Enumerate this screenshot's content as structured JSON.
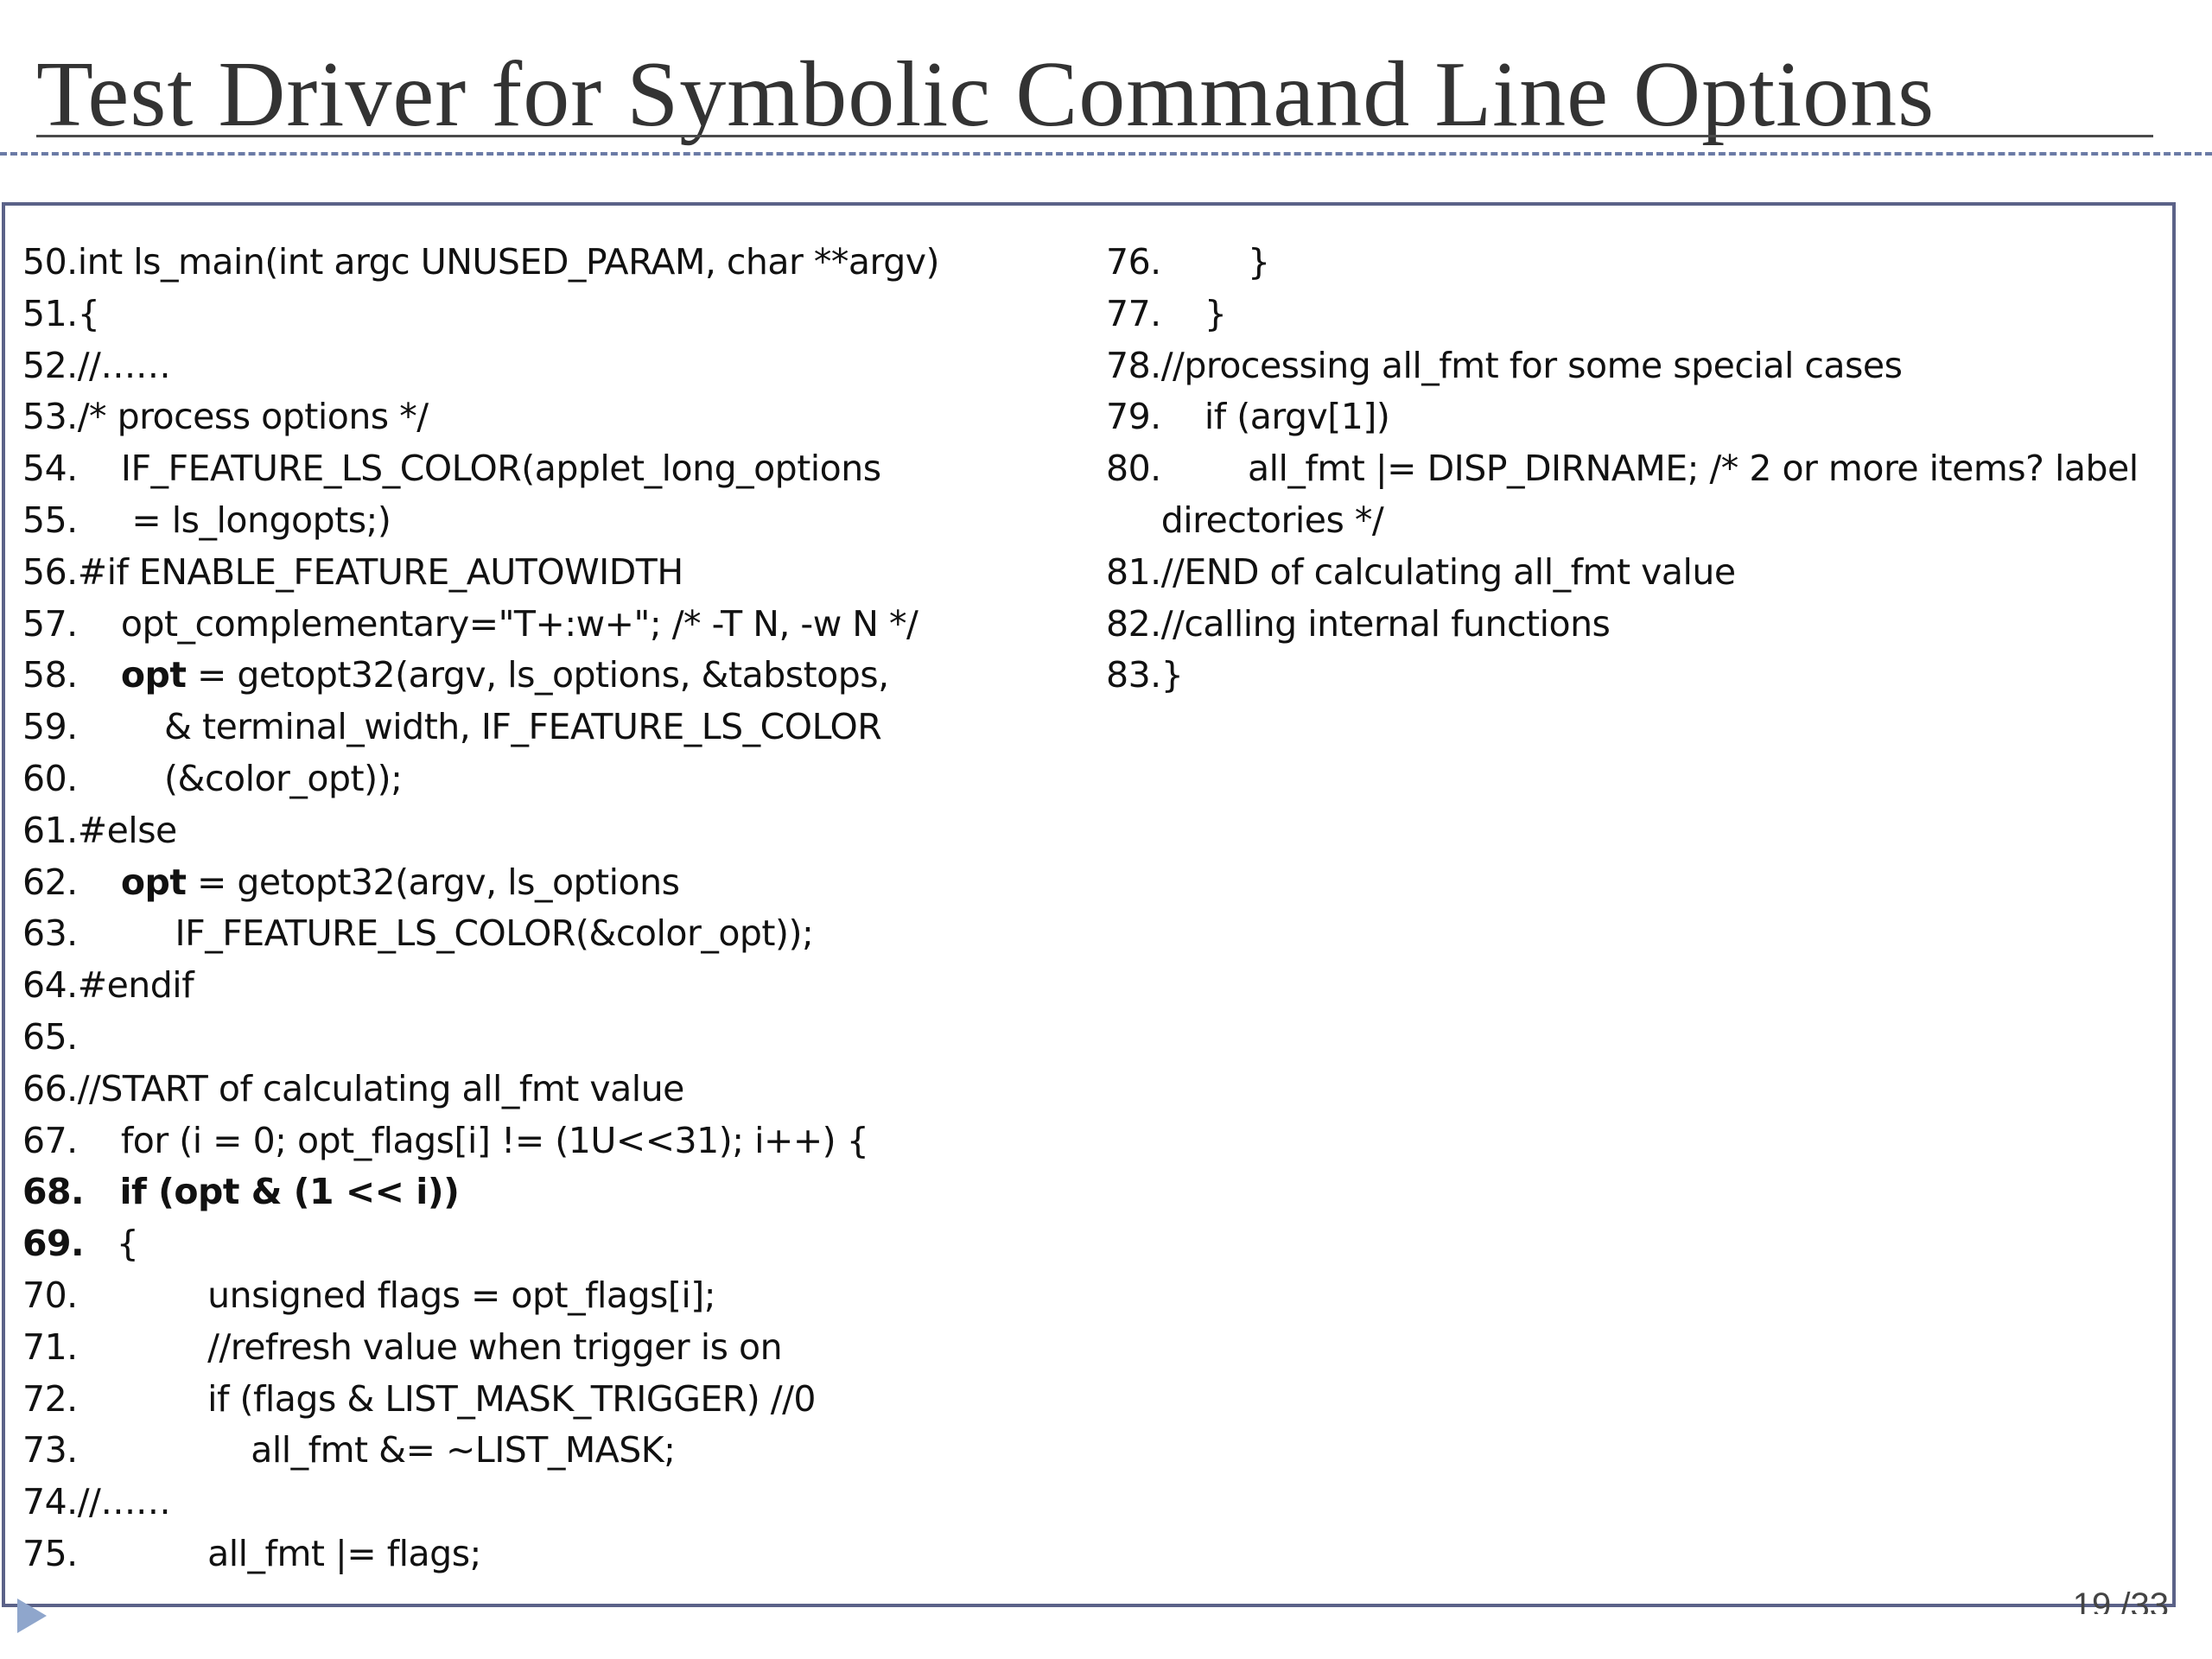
{
  "slide": {
    "title": "Test Driver for Symbolic Command Line Options",
    "page_number": "19 /33"
  },
  "code": {
    "left_column": [
      {
        "num": "50.",
        "text": "int ls_main(int argc UNUSED_PARAM, char **argv)",
        "bold": false
      },
      {
        "num": "51.",
        "text": "{",
        "bold": false
      },
      {
        "num": "52.",
        "text": "//……",
        "bold": false
      },
      {
        "num": "53.",
        "text": "/* process options */",
        "bold": false
      },
      {
        "num": "54.",
        "text": "    IF_FEATURE_LS_COLOR(applet_long_options",
        "bold": false
      },
      {
        "num": "55.",
        "text": "     = ls_longopts;)",
        "bold": false
      },
      {
        "num": "56.",
        "text": "#if ENABLE_FEATURE_AUTOWIDTH",
        "bold": false
      },
      {
        "num": "57.",
        "text": "    opt_complementary=\"T+:w+\"; /* -T N, -w N */",
        "bold": false
      },
      {
        "num": "58.",
        "text": "    opt = getopt32(argv, ls_options, &tabstops,",
        "bold": false,
        "bold_word": "opt"
      },
      {
        "num": "59.",
        "text": "        & terminal_width, IF_FEATURE_LS_COLOR",
        "bold": false
      },
      {
        "num": "60.",
        "text": "        (&color_opt));",
        "bold": false
      },
      {
        "num": "61.",
        "text": "#else",
        "bold": false
      },
      {
        "num": "62.",
        "text": "    opt = getopt32(argv, ls_options",
        "bold": false,
        "bold_word": "opt"
      },
      {
        "num": "63.",
        "text": "         IF_FEATURE_LS_COLOR(&color_opt));",
        "bold": false
      },
      {
        "num": "64.",
        "text": "#endif",
        "bold": false
      },
      {
        "num": "65.",
        "text": "",
        "bold": false
      },
      {
        "num": "66.",
        "text": "//START of calculating all_fmt value",
        "bold": false
      },
      {
        "num": "67.",
        "text": "    for (i = 0; opt_flags[i] != (1U<<31); i++) {",
        "bold": false
      },
      {
        "num": "68.",
        "text": "   if (opt & (1 << i))",
        "bold": true
      },
      {
        "num": "69.",
        "text": "   {",
        "bold": false,
        "bold_num": true
      },
      {
        "num": "70.",
        "text": "            unsigned flags = opt_flags[i];",
        "bold": false
      },
      {
        "num": "71.",
        "text": "            //refresh value when trigger is on",
        "bold": false
      },
      {
        "num": "72.",
        "text": "            if (flags & LIST_MASK_TRIGGER) //0",
        "bold": false
      },
      {
        "num": "73.",
        "text": "                all_fmt &= ~LIST_MASK;",
        "bold": false
      },
      {
        "num": "74.",
        "text": "//……",
        "bold": false
      },
      {
        "num": "75.",
        "text": "            all_fmt |= flags;",
        "bold": false
      }
    ],
    "right_column": [
      {
        "num": "76.",
        "text": "        }",
        "bold": false
      },
      {
        "num": "77.",
        "text": "    }",
        "bold": false
      },
      {
        "num": "78.",
        "text": "//processing all_fmt for some special cases",
        "bold": false
      },
      {
        "num": "79.",
        "text": "    if (argv[1])",
        "bold": false
      },
      {
        "num": "80.",
        "text": "        all_fmt |= DISP_DIRNAME; /* 2 or more items? label directories */",
        "bold": false
      },
      {
        "num": "81.",
        "text": "//END of calculating all_fmt value",
        "bold": false
      },
      {
        "num": "82.",
        "text": "//calling internal functions",
        "bold": false
      },
      {
        "num": "83.",
        "text": "}",
        "bold": false
      }
    ]
  }
}
